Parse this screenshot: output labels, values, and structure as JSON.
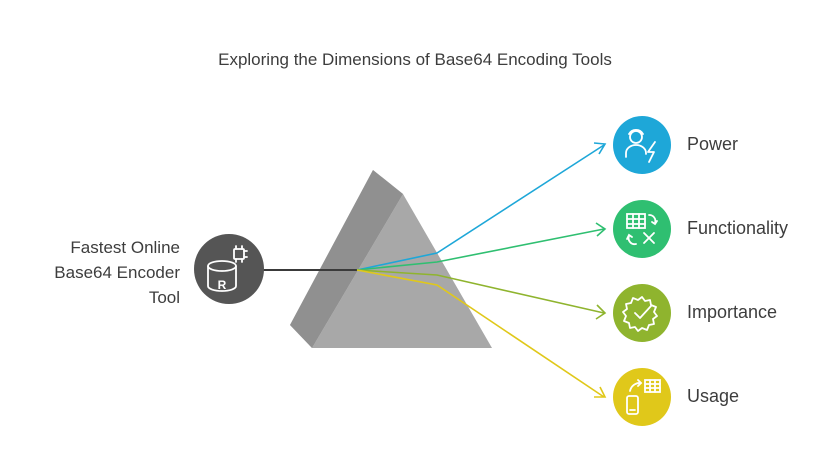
{
  "title": "Exploring the Dimensions of Base64 Encoding Tools",
  "source": {
    "label": "Fastest Online\nBase64 Encoder\nTool",
    "icon": "database-chip-icon",
    "color": "#555555"
  },
  "outputs": [
    {
      "label": "Power",
      "icon": "person-lightning-icon",
      "color": "#1ea7d8"
    },
    {
      "label": "Functionality",
      "icon": "spreadsheet-exchange-icon",
      "color": "#2fbf71"
    },
    {
      "label": "Importance",
      "icon": "gear-check-icon",
      "color": "#8fb42e"
    },
    {
      "label": "Usage",
      "icon": "phone-spreadsheet-icon",
      "color": "#e0c81a"
    }
  ]
}
